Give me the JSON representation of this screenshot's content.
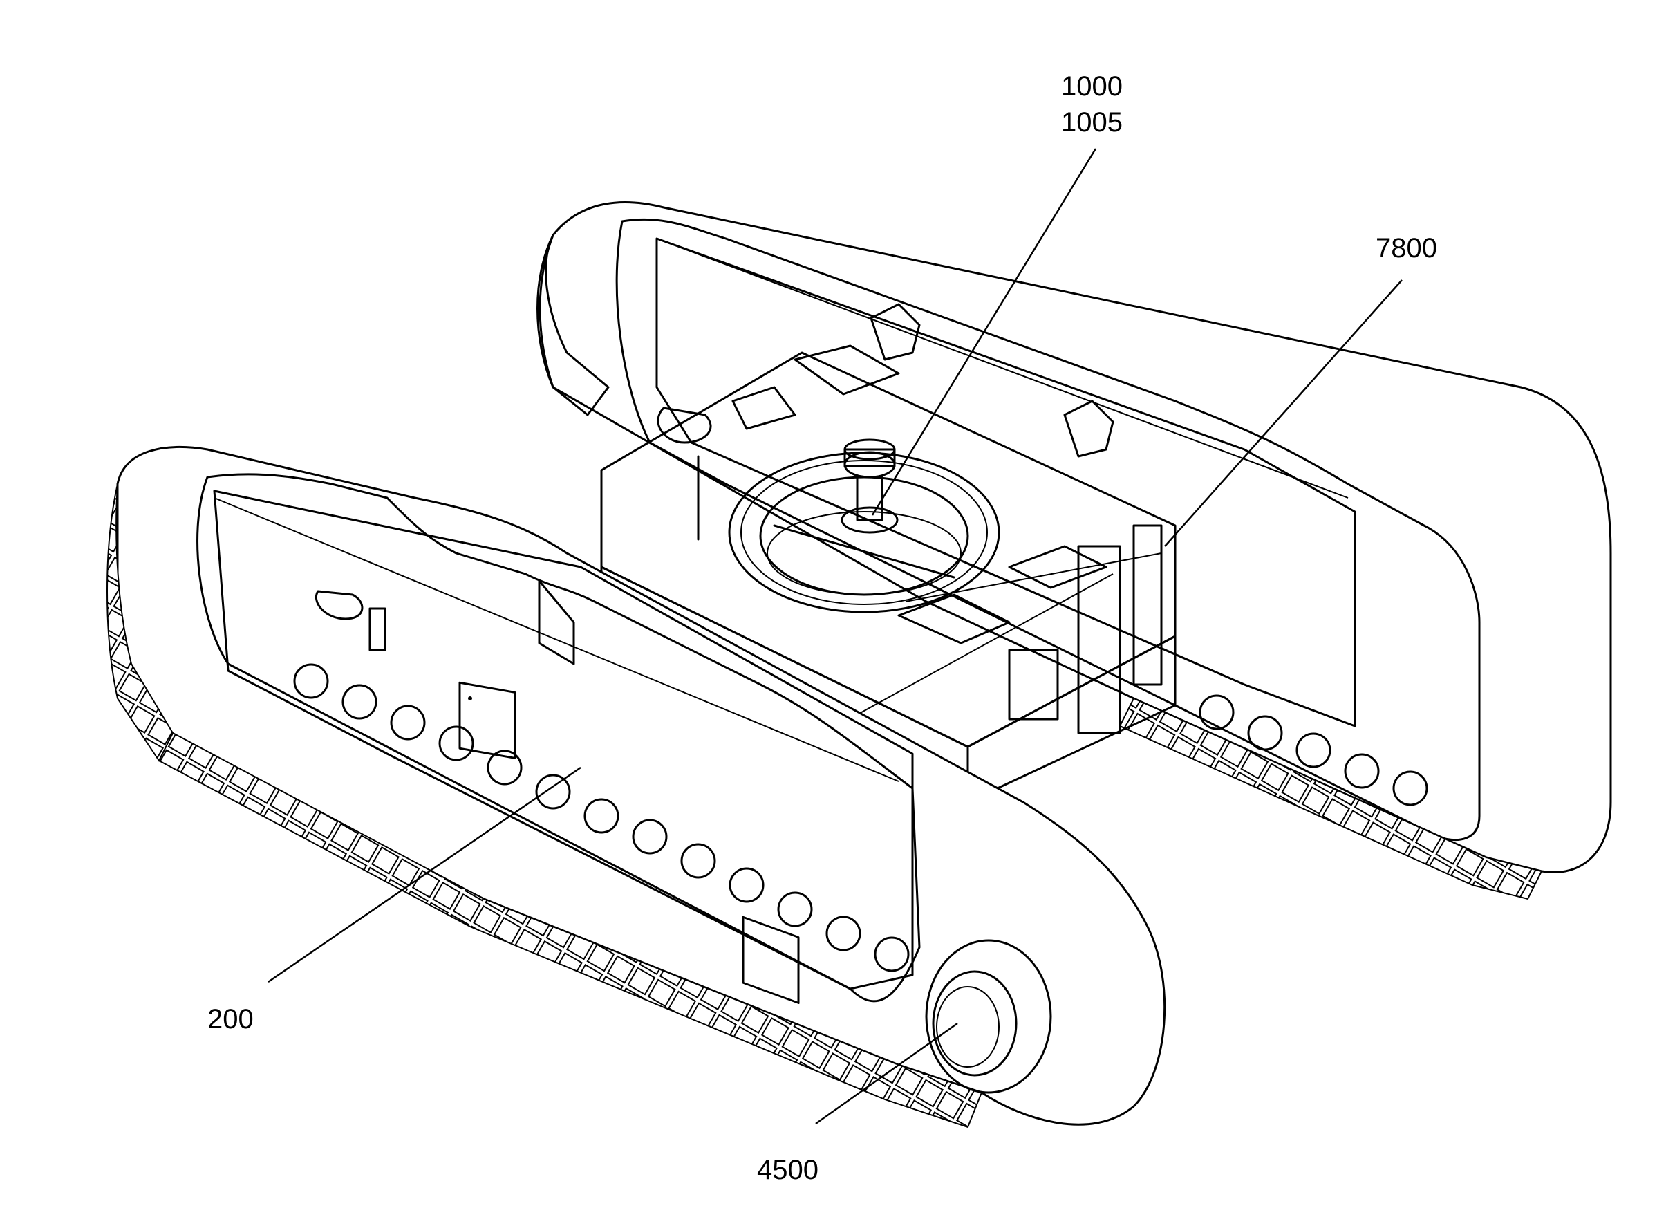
{
  "figure": {
    "reference_numerals": [
      {
        "id": "ref-1000",
        "text": "1000"
      },
      {
        "id": "ref-1005",
        "text": "1005"
      },
      {
        "id": "ref-7800",
        "text": "7800"
      },
      {
        "id": "ref-200",
        "text": "200"
      },
      {
        "id": "ref-4500",
        "text": "4500"
      }
    ]
  }
}
